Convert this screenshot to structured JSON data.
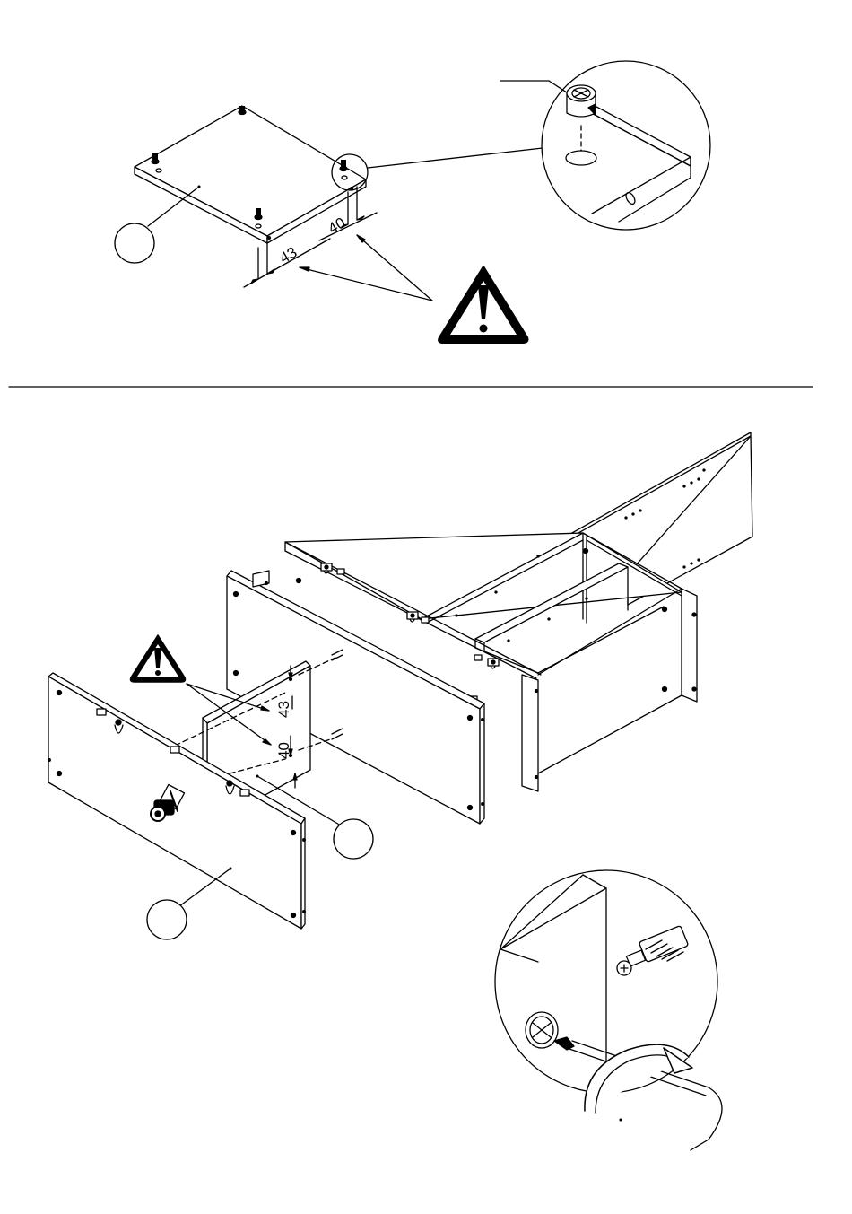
{
  "step1": {
    "dim_a": "43",
    "dim_b": "40"
  },
  "step2": {
    "dim_a": "43",
    "dim_b": "40"
  },
  "colors": {
    "ink": "#000000",
    "paper": "#ffffff"
  },
  "icons": {
    "warning": "warning-triangle-icon",
    "screwdriver": "screwdriver-icon",
    "cam_lock": "cam-lock-icon"
  }
}
